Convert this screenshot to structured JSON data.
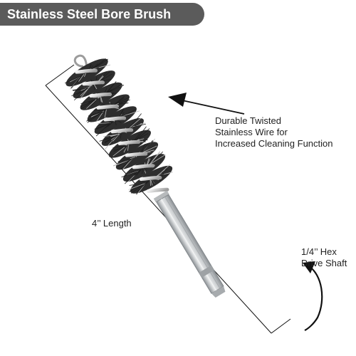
{
  "title": "Stainless Steel Bore Brush",
  "colors": {
    "pill": "#5b5b5b",
    "bristle": "#2e2e2e",
    "shaft": "#c9ccce",
    "annotation": "#111111"
  },
  "annotations": {
    "feature": {
      "line1": "Durable Twisted",
      "line2": "Stainless Wire for",
      "line3": "Increased Cleaning Function"
    },
    "length": "4’’ Length",
    "shaft": {
      "line1": "1/4’’  Hex",
      "line2": "Drive Shaft"
    }
  }
}
